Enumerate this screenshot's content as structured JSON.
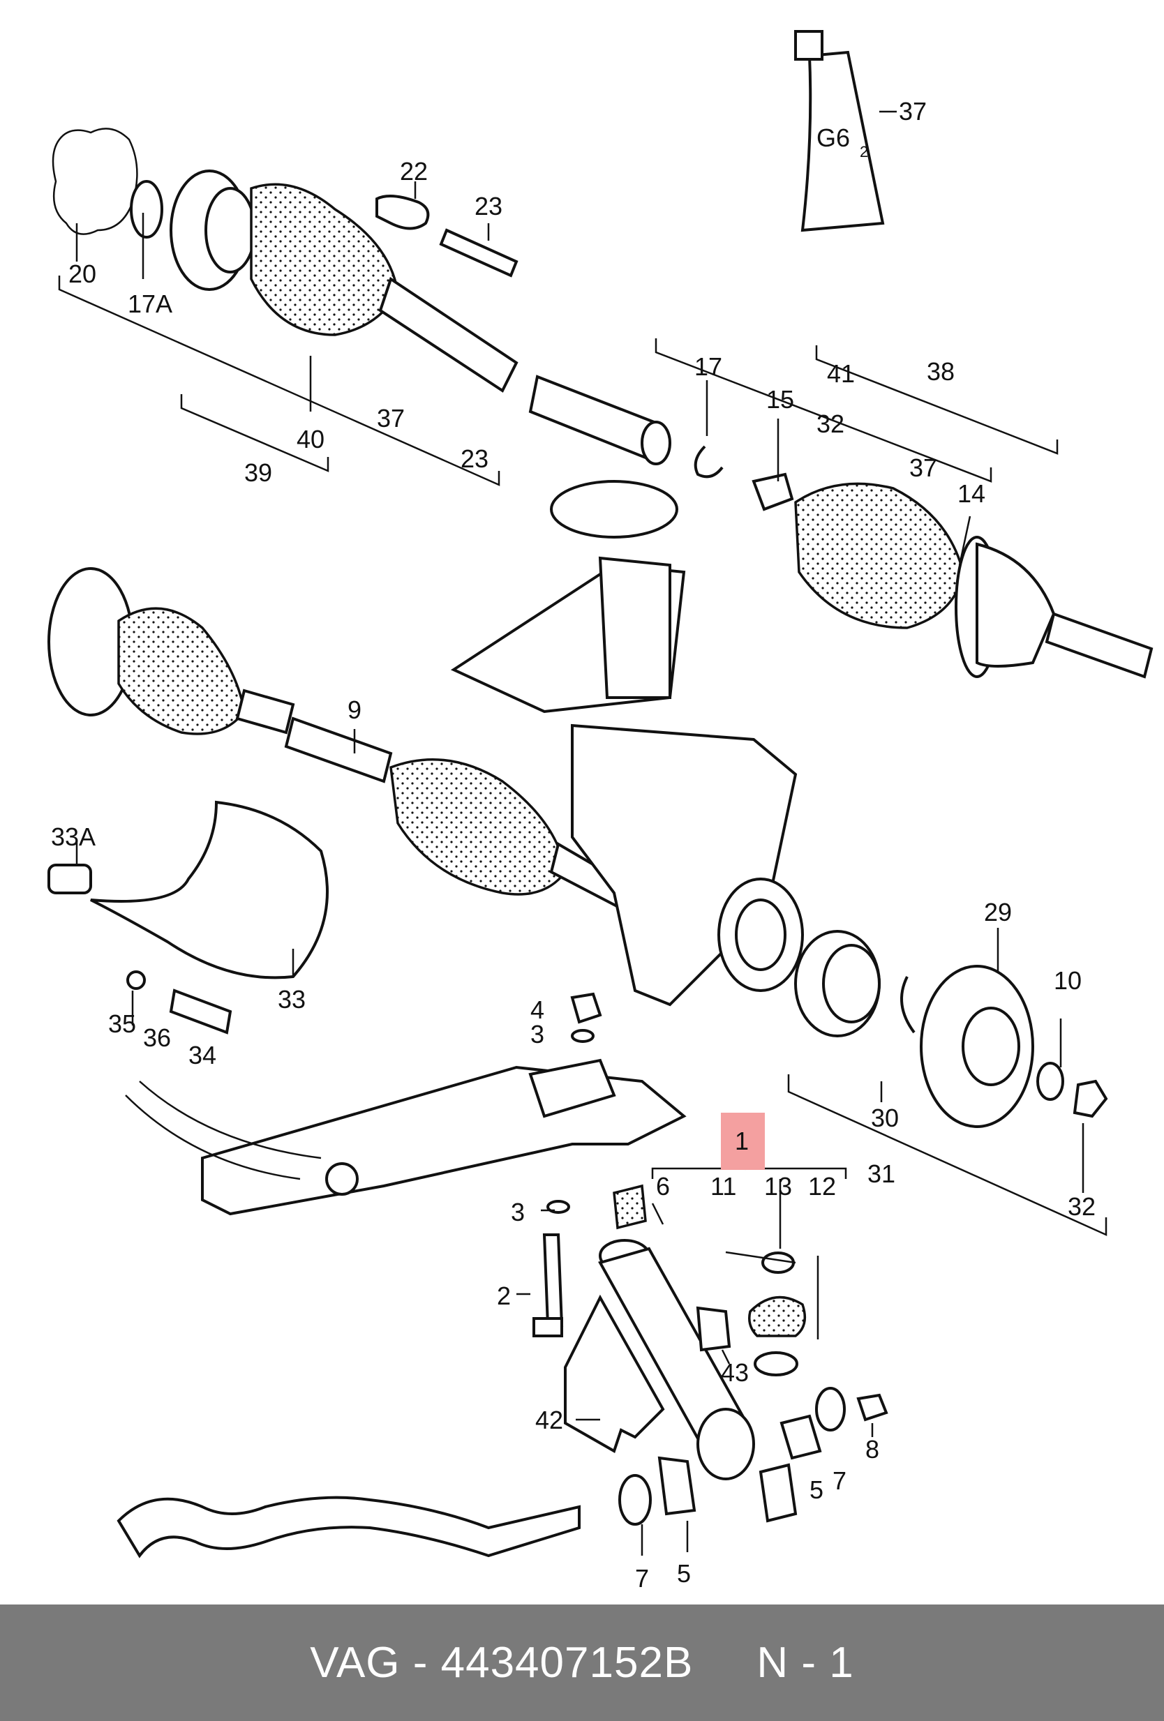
{
  "footer": {
    "caption": "VAG - 443407152B     N - 1"
  },
  "highlight_color": "#f4a0a0",
  "callouts": [
    {
      "id": "c37top",
      "label": "37"
    },
    {
      "id": "c22",
      "label": "22"
    },
    {
      "id": "c23a",
      "label": "23"
    },
    {
      "id": "c20",
      "label": "20"
    },
    {
      "id": "c17a",
      "label": "17A"
    },
    {
      "id": "c37mid",
      "label": "37"
    },
    {
      "id": "c40",
      "label": "40"
    },
    {
      "id": "c23b",
      "label": "23"
    },
    {
      "id": "c39",
      "label": "39"
    },
    {
      "id": "c17",
      "label": "17"
    },
    {
      "id": "c41",
      "label": "41"
    },
    {
      "id": "c38",
      "label": "38"
    },
    {
      "id": "c15",
      "label": "15"
    },
    {
      "id": "c32a",
      "label": "32"
    },
    {
      "id": "c37r",
      "label": "37"
    },
    {
      "id": "c14",
      "label": "14"
    },
    {
      "id": "c9",
      "label": "9"
    },
    {
      "id": "c33a",
      "label": "33A"
    },
    {
      "id": "c33",
      "label": "33"
    },
    {
      "id": "c35",
      "label": "35"
    },
    {
      "id": "c36",
      "label": "36"
    },
    {
      "id": "c34",
      "label": "34"
    },
    {
      "id": "c29",
      "label": "29"
    },
    {
      "id": "c10",
      "label": "10"
    },
    {
      "id": "c4",
      "label": "4"
    },
    {
      "id": "c3a",
      "label": "3"
    },
    {
      "id": "c30",
      "label": "30"
    },
    {
      "id": "c31",
      "label": "31"
    },
    {
      "id": "c32b",
      "label": "32"
    },
    {
      "id": "c1",
      "label": "1"
    },
    {
      "id": "c6",
      "label": "6"
    },
    {
      "id": "c11",
      "label": "11"
    },
    {
      "id": "c13",
      "label": "13"
    },
    {
      "id": "c12",
      "label": "12"
    },
    {
      "id": "c3b",
      "label": "3"
    },
    {
      "id": "c2",
      "label": "2"
    },
    {
      "id": "c43",
      "label": "43"
    },
    {
      "id": "c42",
      "label": "42"
    },
    {
      "id": "c8",
      "label": "8"
    },
    {
      "id": "c5a",
      "label": "5"
    },
    {
      "id": "c7a",
      "label": "7"
    },
    {
      "id": "c5b",
      "label": "5"
    },
    {
      "id": "c7b",
      "label": "7"
    }
  ],
  "tube_label": "G6",
  "tube_subscript": "2"
}
